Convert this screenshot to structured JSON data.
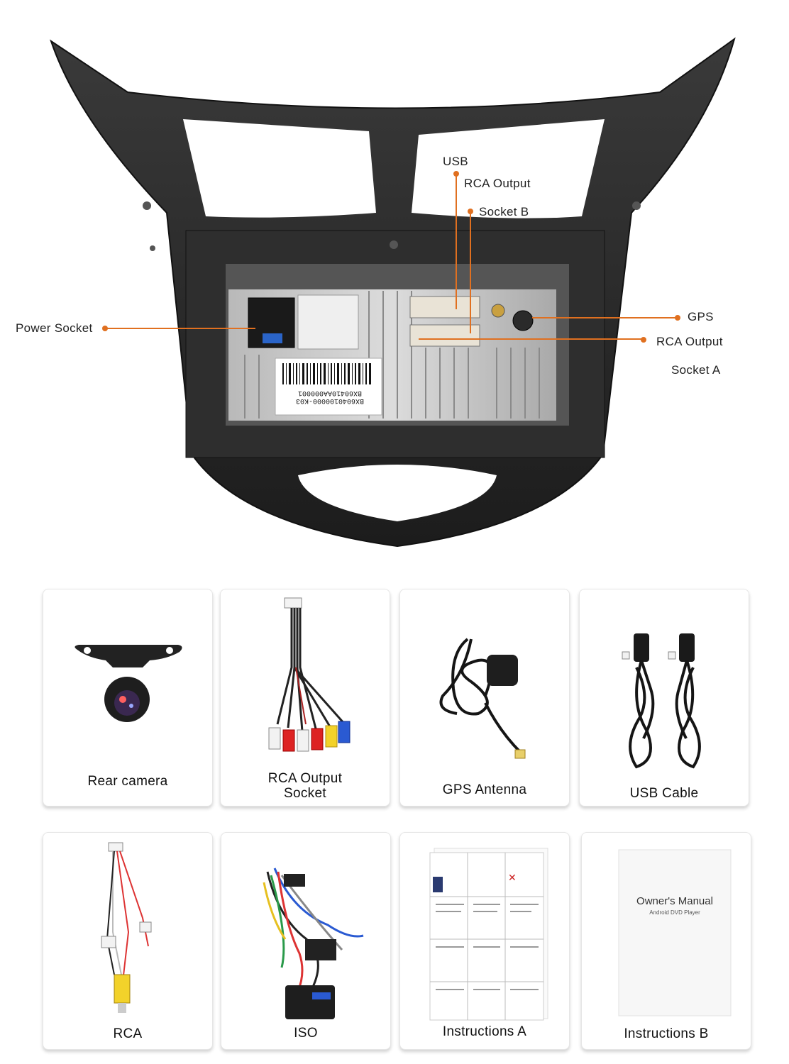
{
  "callouts": {
    "usb": "USB",
    "rca_output_top": "RCA Output",
    "socket_b": "Socket B",
    "power_socket": "Power Socket",
    "gps": "GPS",
    "rca_output_right": "RCA Output",
    "socket_a": "Socket A"
  },
  "unit_label": {
    "line1": "BX6040100000-K03",
    "line2": "BX60410AA000001"
  },
  "accessories": [
    {
      "label": "Rear camera",
      "icon": "rear-camera"
    },
    {
      "label": "RCA Output\nSocket",
      "icon": "rca-output-socket"
    },
    {
      "label": "GPS Antenna",
      "icon": "gps-antenna"
    },
    {
      "label": "USB Cable",
      "icon": "usb-cable"
    },
    {
      "label": "RCA",
      "icon": "rca-cable"
    },
    {
      "label": "ISO",
      "icon": "iso-harness"
    },
    {
      "label": "Instructions A",
      "icon": "instructions-a"
    },
    {
      "label": "Instructions B",
      "icon": "instructions-b"
    }
  ],
  "manual": {
    "title": "Owner's Manual",
    "subtitle": "Android DVD Player"
  },
  "colors": {
    "accent": "#e07020",
    "frame": "#2a2a2a",
    "card_border": "#e6e6e6"
  }
}
